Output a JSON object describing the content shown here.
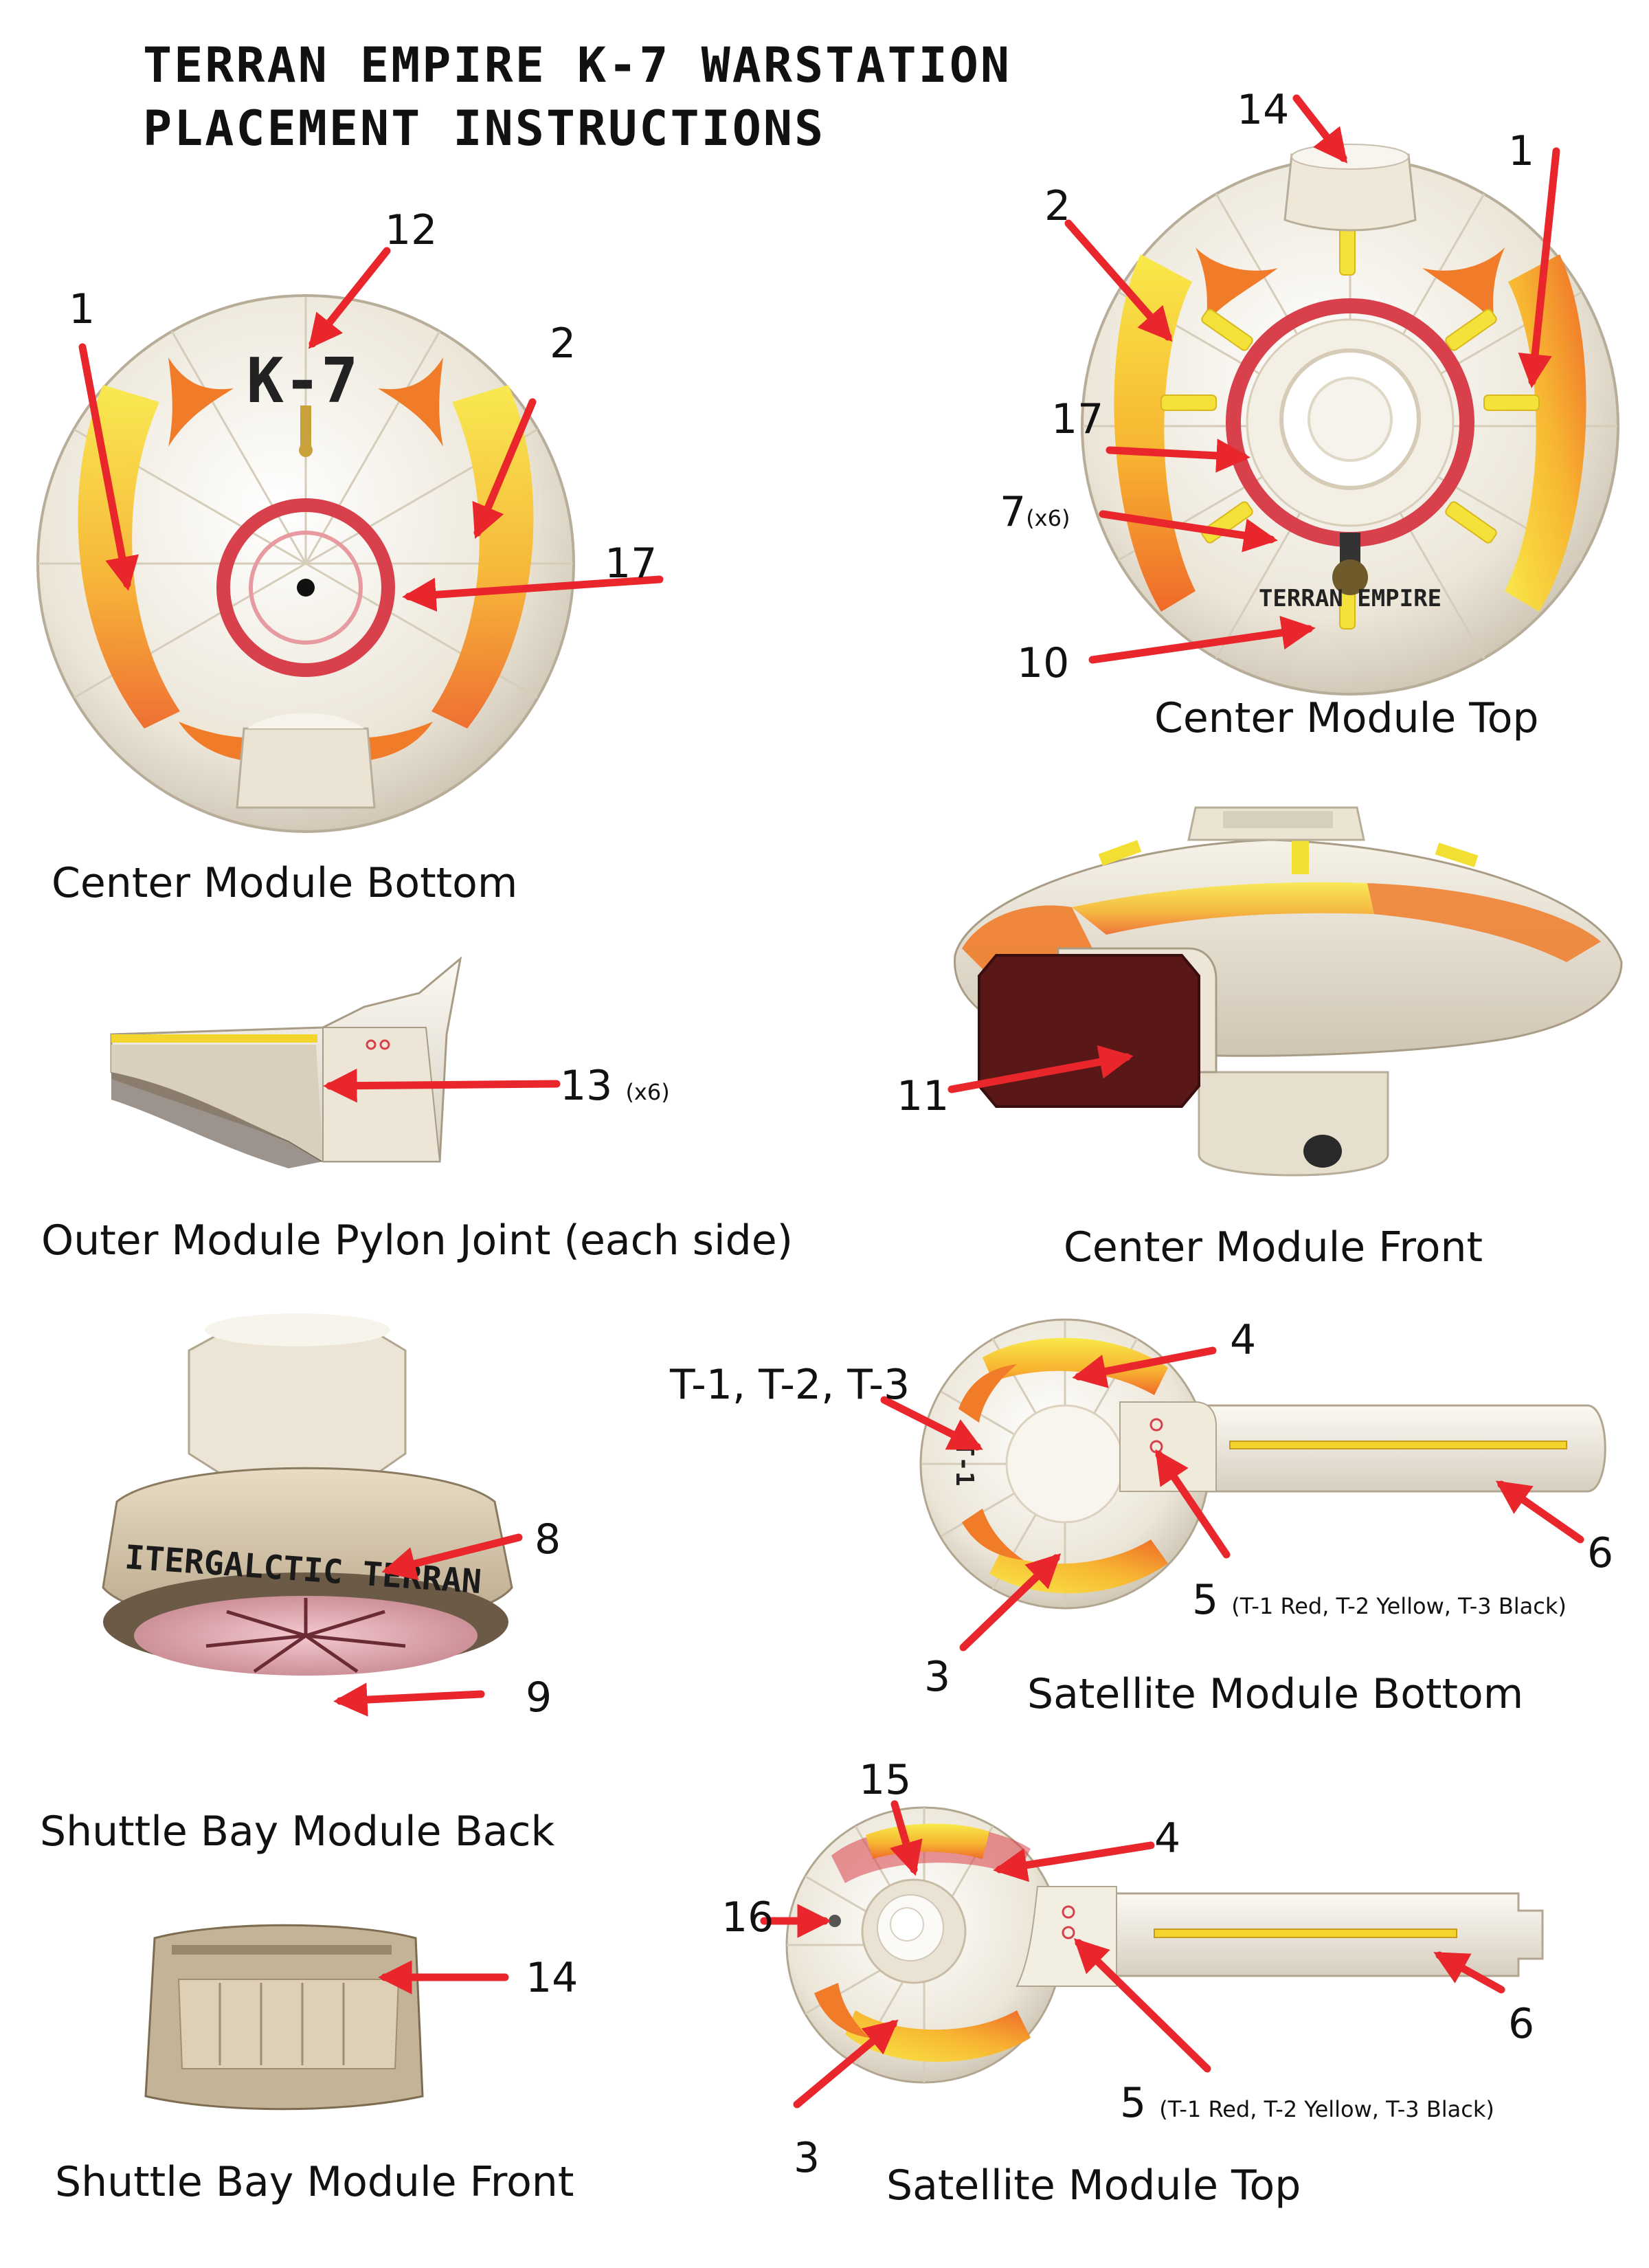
{
  "title": {
    "line1": "TERRAN EMPIRE K-7 WARSTATION",
    "line2": "PLACEMENT INSTRUCTIONS"
  },
  "decals": {
    "k7_marking": "K-7",
    "terran_empire_marking": "TERRAN EMPIRE",
    "shuttle_band": "ITERGALCTIC TERRAN",
    "satellite_marking": "T-1"
  },
  "panels": {
    "center_bottom": {
      "caption": "Center Module Bottom",
      "callouts": {
        "c1": "1",
        "c2": "2",
        "c12": "12",
        "c17": "17"
      }
    },
    "center_top": {
      "caption": "Center Module Top",
      "callouts": {
        "c14": "14",
        "c1": "1",
        "c2": "2",
        "c17": "17",
        "c7": "7",
        "c7_qty": "(x6)",
        "c10": "10"
      }
    },
    "pylon_joint": {
      "caption": "Outer Module Pylon Joint (each side)",
      "callouts": {
        "c13": "13",
        "c13_qty": "(x6)"
      }
    },
    "center_front": {
      "caption": "Center Module Front",
      "callouts": {
        "c11": "11"
      }
    },
    "shuttle_back": {
      "caption": "Shuttle Bay Module Back",
      "callouts": {
        "c8": "8",
        "c9": "9"
      }
    },
    "satellite_bottom": {
      "caption": "Satellite Module Bottom",
      "callouts": {
        "t_label": "T-1, T-2, T-3",
        "c4": "4",
        "c6": "6",
        "c5": "5",
        "c5_note": "(T-1 Red, T-2 Yellow, T-3 Black)",
        "c3": "3"
      }
    },
    "shuttle_front": {
      "caption": "Shuttle Bay Module Front",
      "callouts": {
        "c14": "14"
      }
    },
    "satellite_top": {
      "caption": "Satellite Module Top",
      "callouts": {
        "c15": "15",
        "c4": "4",
        "c16": "16",
        "c6": "6",
        "c5": "5",
        "c5_note": "(T-1 Red, T-2 Yellow, T-3 Black)",
        "c3": "3"
      }
    }
  },
  "colors": {
    "arrow": "#e8262b",
    "hull": "#efe9dc",
    "orange": "#f07c2a",
    "yellow": "#f3e21d",
    "ring": "#d8404b",
    "maroon": "#5a1717"
  }
}
